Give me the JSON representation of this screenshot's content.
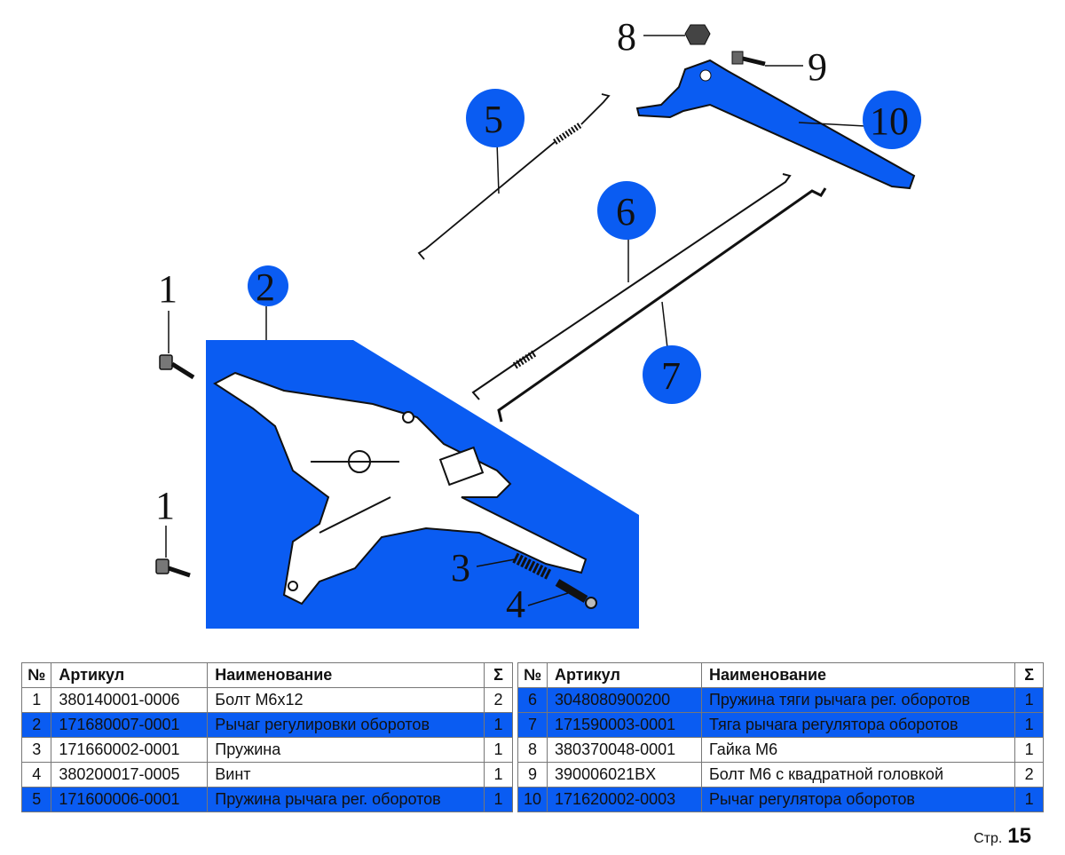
{
  "colors": {
    "highlight": "#0a5cf2",
    "callout_fill": "#0a5cf2"
  },
  "diagram": {
    "callouts": [
      "1",
      "1",
      "2",
      "3",
      "4",
      "5",
      "6",
      "7",
      "8",
      "9",
      "10"
    ]
  },
  "table": {
    "headers": {
      "no": "№",
      "article": "Артикул",
      "name": "Наименование",
      "qty": "Σ"
    },
    "rows": [
      {
        "no": "1",
        "article": "380140001-0006",
        "name": "Болт М6х12",
        "qty": "2",
        "highlighted": false
      },
      {
        "no": "2",
        "article": "171680007-0001",
        "name": "Рычаг регулировки оборотов",
        "qty": "1",
        "highlighted": true
      },
      {
        "no": "3",
        "article": "171660002-0001",
        "name": "Пружина",
        "qty": "1",
        "highlighted": false
      },
      {
        "no": "4",
        "article": "380200017-0005",
        "name": "Винт",
        "qty": "1",
        "highlighted": false
      },
      {
        "no": "5",
        "article": "171600006-0001",
        "name": "Пружина рычага рег. оборотов",
        "qty": "1",
        "highlighted": true
      },
      {
        "no": "6",
        "article": "3048080900200",
        "name": "Пружина тяги рычага рег. оборотов",
        "qty": "1",
        "highlighted": true
      },
      {
        "no": "7",
        "article": "171590003-0001",
        "name": "Тяга рычага регулятора оборотов",
        "qty": "1",
        "highlighted": true
      },
      {
        "no": "8",
        "article": "380370048-0001",
        "name": "Гайка М6",
        "qty": "1",
        "highlighted": false
      },
      {
        "no": "9",
        "article": "390006021BX",
        "name": "Болт М6 с квадратной головкой",
        "qty": "2",
        "highlighted": false
      },
      {
        "no": "10",
        "article": "171620002-0003",
        "name": "Рычаг регулятора оборотов",
        "qty": "1",
        "highlighted": true
      }
    ]
  },
  "footer": {
    "page_label": "Стр.",
    "page_number": "15"
  }
}
